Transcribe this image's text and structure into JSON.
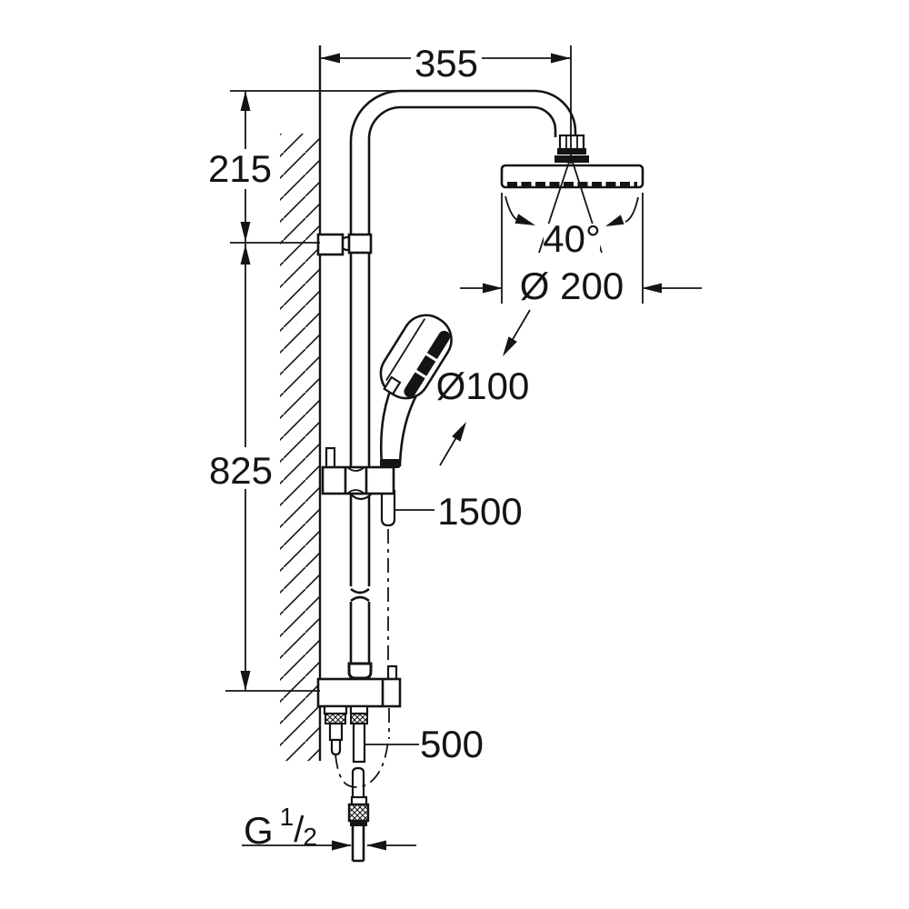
{
  "drawing": {
    "type": "technical-dimension-drawing",
    "subject": "wall-mounted shower system with overhead rain shower and hand shower on rail",
    "line_color": "#141414",
    "background": "#ffffff",
    "labels": {
      "arm_width": "355",
      "head_offset": "215",
      "rail_height": "825",
      "spray_angle": "40°",
      "head_shower_diameter": "Ø 200",
      "hand_shower_diameter": "Ø100",
      "shower_hose_length": "1500",
      "connection_hose_length": "500",
      "thread_letter": "G",
      "thread_numerator": "1",
      "thread_slash": "/",
      "thread_denominator": "2"
    }
  }
}
